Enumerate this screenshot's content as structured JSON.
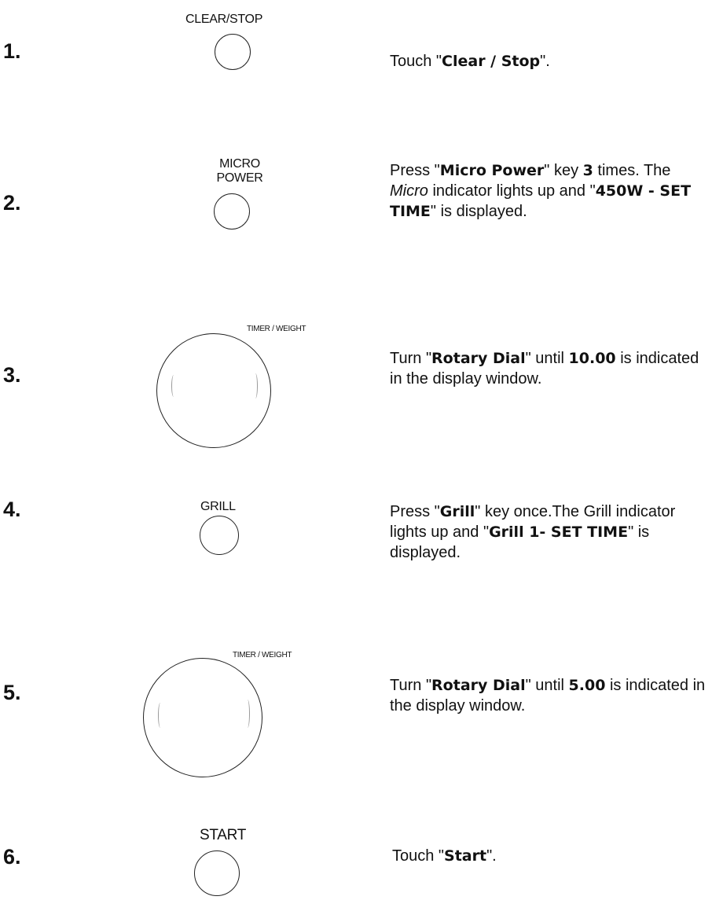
{
  "steps": [
    {
      "number": "1.",
      "control_label": "CLEAR/STOP",
      "instruction": [
        {
          "t": "Touch \""
        },
        {
          "t": "Clear / Stop",
          "b": true
        },
        {
          "t": "\"."
        }
      ]
    },
    {
      "number": "2.",
      "control_label_line1": "MICRO",
      "control_label_line2": "POWER",
      "instruction": [
        {
          "t": "Press \""
        },
        {
          "t": "Micro Power",
          "b": true
        },
        {
          "t": "\" key "
        },
        {
          "t": "3",
          "b": true
        },
        {
          "t": " times. The "
        },
        {
          "t": "Micro",
          "i": true
        },
        {
          "t": " indicator lights up and \""
        },
        {
          "t": "450W - SET TIME",
          "b": true
        },
        {
          "t": "\" is displayed."
        }
      ]
    },
    {
      "number": "3.",
      "control_label": "TIMER / WEIGHT",
      "instruction": [
        {
          "t": "Turn \""
        },
        {
          "t": "Rotary Dial",
          "b": true
        },
        {
          "t": "\" until "
        },
        {
          "t": "10.00",
          "b": true
        },
        {
          "t": " is indicated in the display window."
        }
      ]
    },
    {
      "number": "4.",
      "control_label": "GRILL",
      "instruction": [
        {
          "t": "Press \""
        },
        {
          "t": "Grill",
          "b": true
        },
        {
          "t": "\" key once.The Grill indicator lights up and \""
        },
        {
          "t": "Grill 1- SET TIME",
          "b": true
        },
        {
          "t": "\" is displayed."
        }
      ]
    },
    {
      "number": "5.",
      "control_label": "TIMER / WEIGHT",
      "instruction": [
        {
          "t": "Turn \""
        },
        {
          "t": "Rotary Dial",
          "b": true
        },
        {
          "t": "\" until "
        },
        {
          "t": "5.00",
          "b": true
        },
        {
          "t": " is indicated in the display window."
        }
      ]
    },
    {
      "number": "6.",
      "control_label": "START",
      "instruction": [
        {
          "t": "Touch \""
        },
        {
          "t": "Start",
          "b": true
        },
        {
          "t": "\"."
        }
      ]
    }
  ]
}
